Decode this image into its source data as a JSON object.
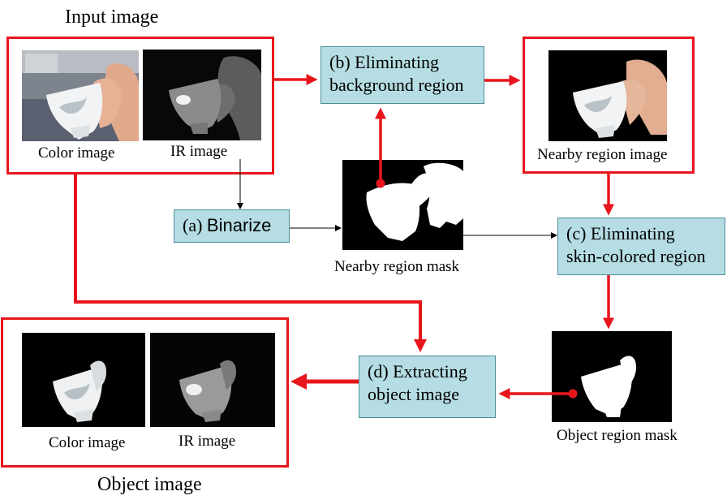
{
  "input_title": "Input image",
  "output_title": "Object image",
  "labels": {
    "color_image_in": "Color image",
    "ir_image_in": "IR image",
    "nearby_region_image": "Nearby region image",
    "nearby_region_mask": "Nearby region mask",
    "object_region_mask": "Object region mask",
    "color_image_out": "Color image",
    "ir_image_out": "IR image"
  },
  "steps": {
    "a": {
      "prefix": "(a) ",
      "text": "Binarize"
    },
    "b": {
      "line1": "(b) Eliminating",
      "line2": "background region"
    },
    "c": {
      "line1": "(c) Eliminating",
      "line2": "skin-colored region"
    },
    "d": {
      "line1": "(d) Extracting",
      "line2": "object image"
    }
  },
  "colors": {
    "accent": "#e8161c",
    "process_fill": "#b5dde3"
  }
}
